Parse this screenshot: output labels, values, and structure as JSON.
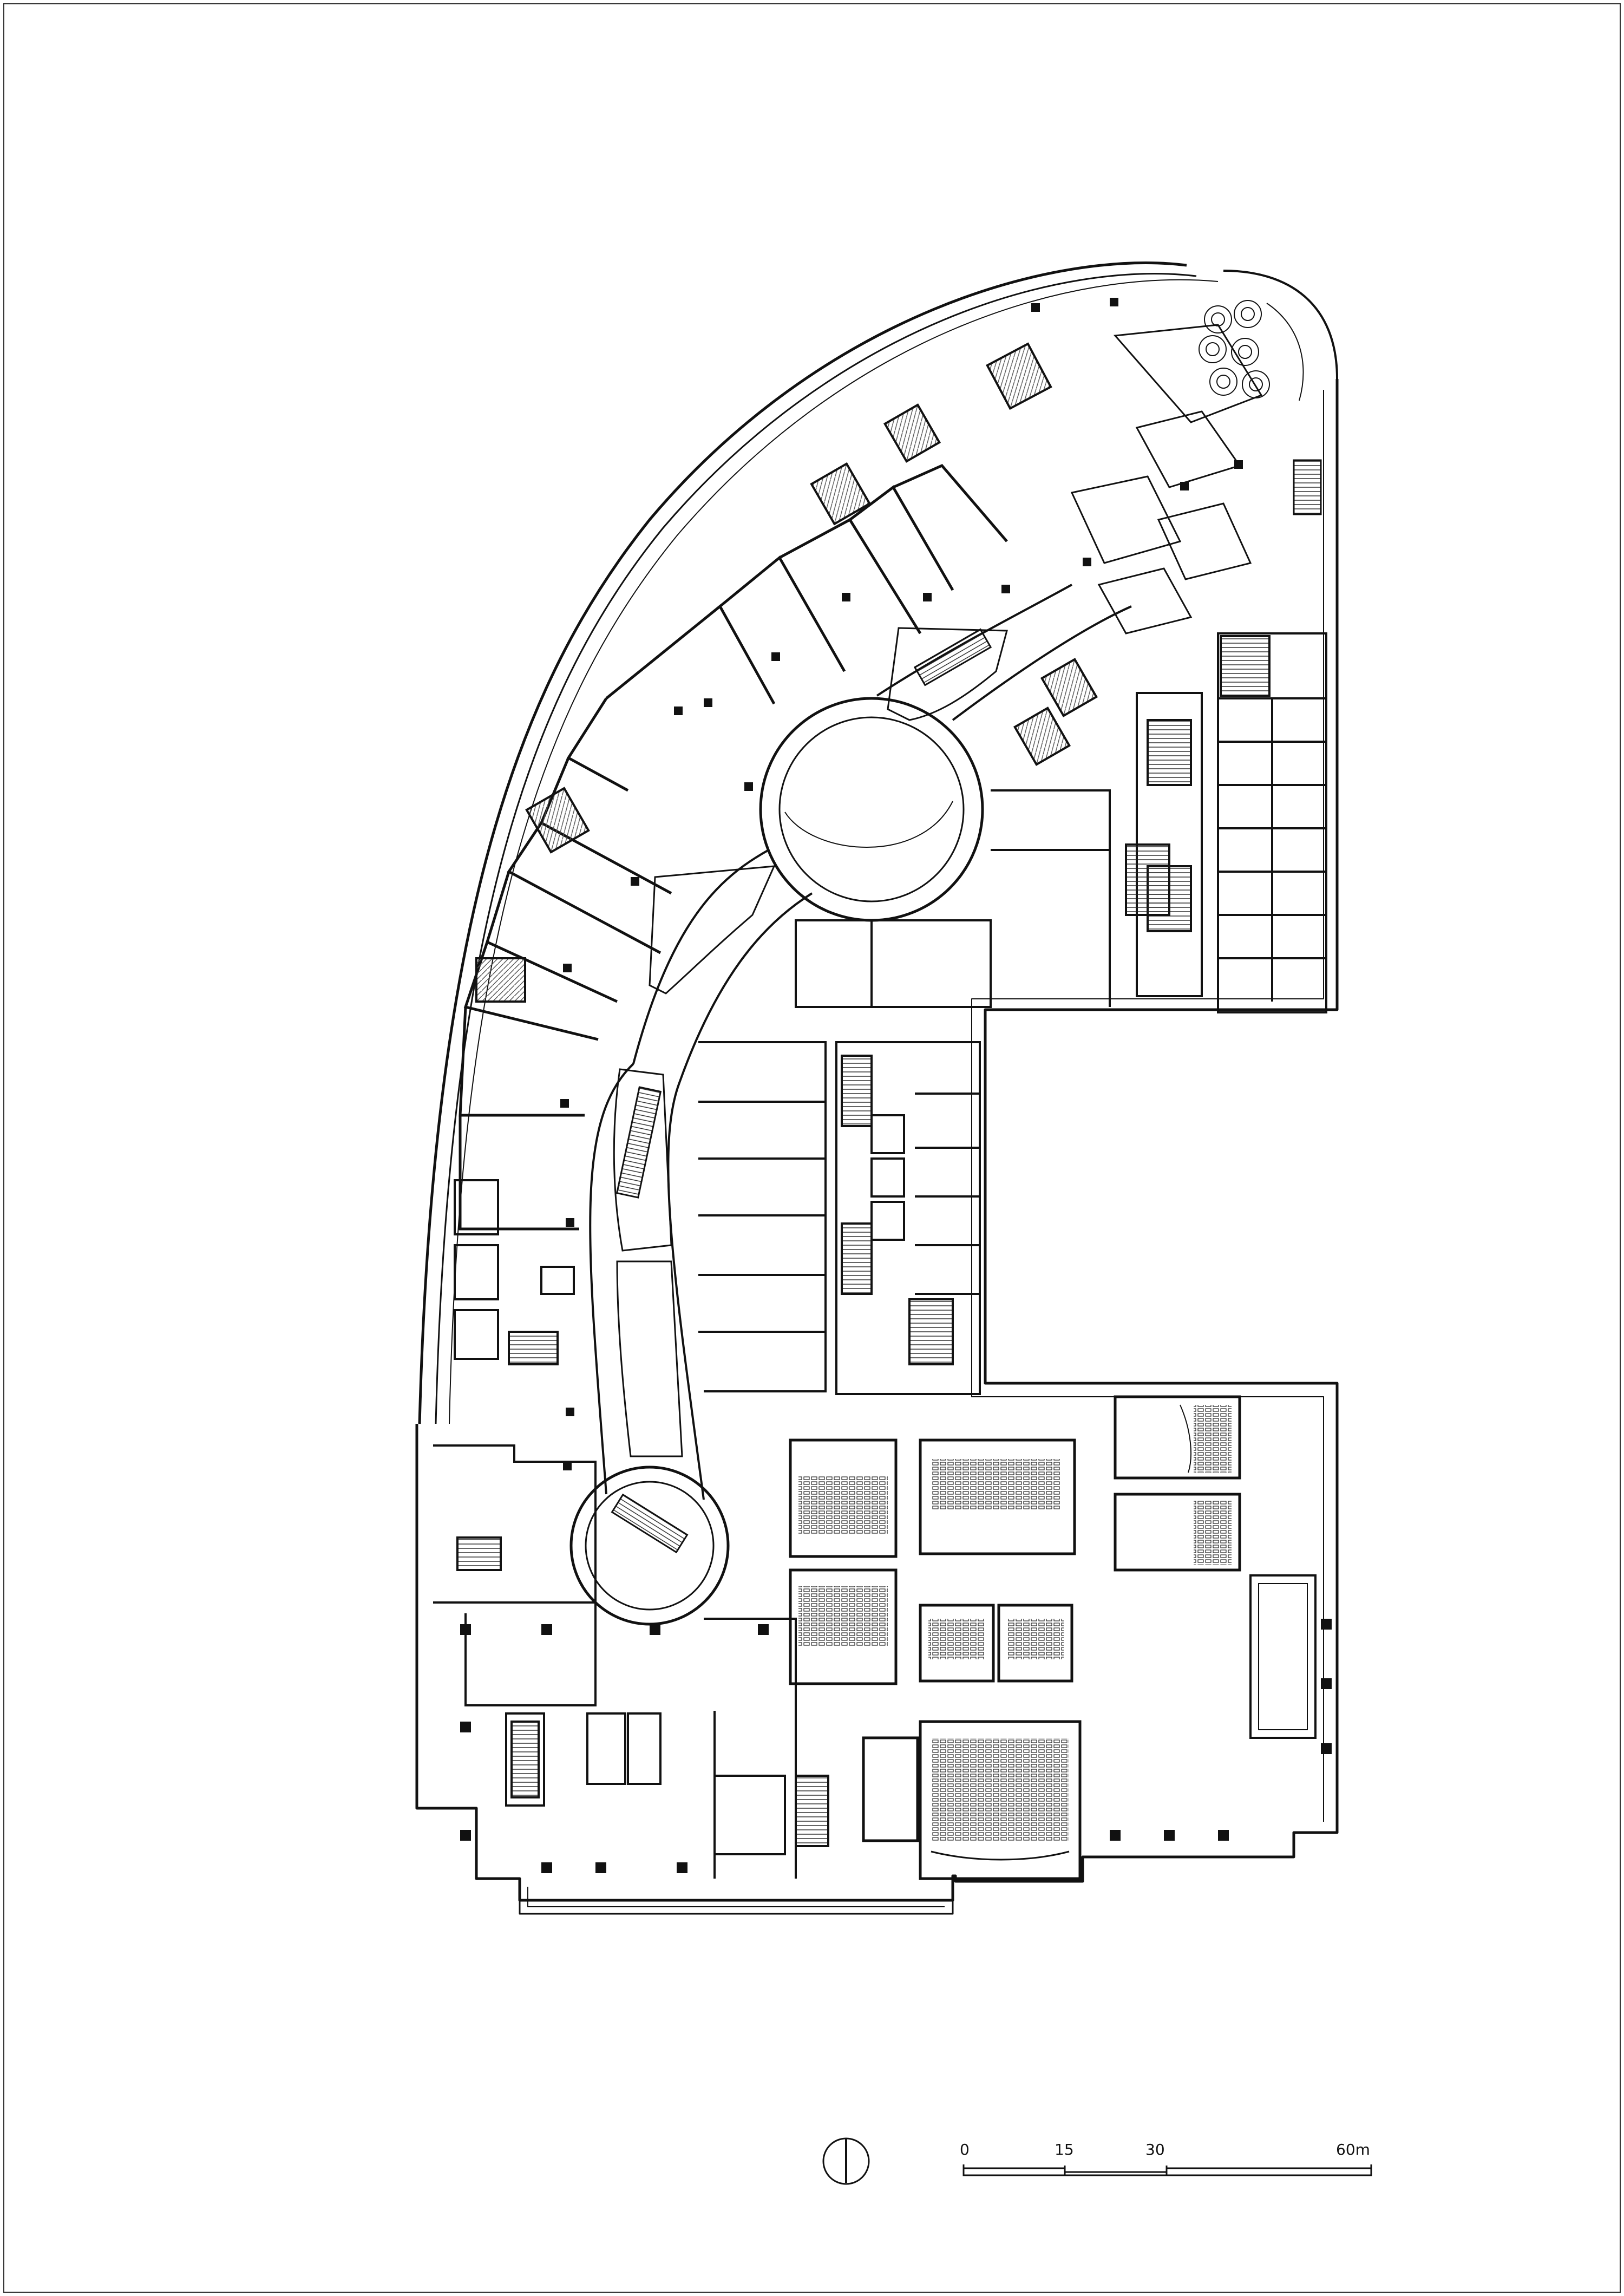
{
  "scale_bar": {
    "ticks": [
      "0",
      "15",
      "30",
      "60m"
    ]
  },
  "north_arrow": {
    "icon": "north-arrow-icon"
  },
  "colors": {
    "line": "#111111",
    "fill": "#c8c8c8",
    "paper": "#ffffff",
    "frame": "#333333"
  }
}
